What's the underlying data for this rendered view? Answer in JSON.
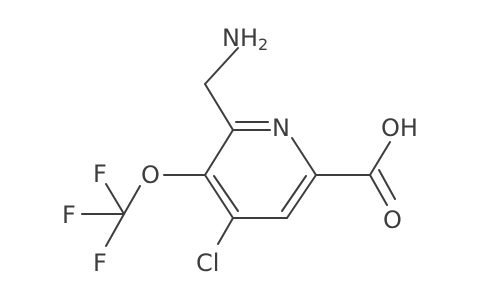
{
  "molecule": {
    "atoms": {
      "n_ring": "N",
      "o_ether": "O",
      "cl": "Cl",
      "f_top": "F",
      "f_mid": "F",
      "f_bot": "F",
      "oh": "OH",
      "o_carbonyl": "O",
      "amine_main": "NH",
      "amine_sub": "2"
    }
  },
  "colors": {
    "ink": "#3d3d3d",
    "background": "#ffffff"
  }
}
